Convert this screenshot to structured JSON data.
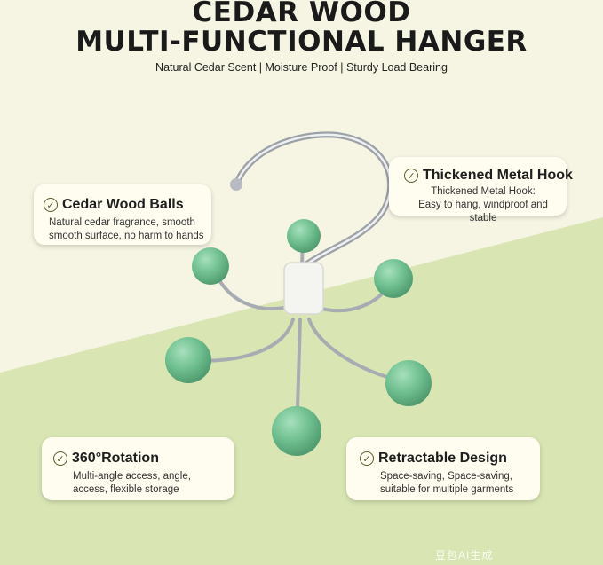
{
  "header": {
    "title_line1": "CEDAR WOOD",
    "title_line2": "MULTI-FUNCTIONAL HANGER",
    "subtitle": "Natural Cedar Scent | Moisture Proof | Sturdy Load Bearing"
  },
  "features": [
    {
      "title": "Cedar Wood Balls",
      "desc_line1": "Natural cedar fragrance, smooth",
      "desc_line2": "smooth surface, no harm to hands"
    },
    {
      "title": "Thickened Metal Hook",
      "desc_line1": "Thickened Metal Hook:",
      "desc_line2": "Easy to hang, windproof and stable"
    },
    {
      "title": "360°Rotation",
      "desc_line1": "Multi-angle access, angle,",
      "desc_line2": "access, flexible storage"
    },
    {
      "title": "Retractable Design",
      "desc_line1": "Space-saving, Space-saving,",
      "desc_line2": "suitable for multiple garments"
    }
  ],
  "watermark": "豆包AI生成",
  "colors": {
    "background_top": "#f6f5e3",
    "background_bottom": "#d9e6b4",
    "ball": "#6fbf8f",
    "metal": "#b8bcc2",
    "card": "#fffdf0"
  }
}
